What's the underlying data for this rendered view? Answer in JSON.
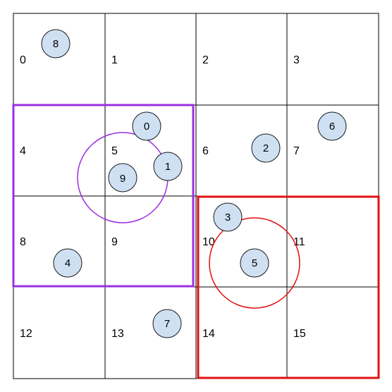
{
  "grid": {
    "cells": [
      "0",
      "1",
      "2",
      "3",
      "4",
      "5",
      "6",
      "7",
      "8",
      "9",
      "10",
      "11",
      "12",
      "13",
      "14",
      "15"
    ],
    "line_color": "#000000"
  },
  "nodes": [
    {
      "label": "0"
    },
    {
      "label": "1"
    },
    {
      "label": "2"
    },
    {
      "label": "3"
    },
    {
      "label": "4"
    },
    {
      "label": "5"
    },
    {
      "label": "6"
    },
    {
      "label": "7"
    },
    {
      "label": "8"
    },
    {
      "label": "9"
    }
  ],
  "node_style": {
    "fill": "#cfe0f3",
    "stroke": "#1a1a1a"
  },
  "highlights": [
    {
      "node": "9",
      "color": "#9b30e0"
    },
    {
      "node": "5",
      "color": "#e01010"
    }
  ]
}
